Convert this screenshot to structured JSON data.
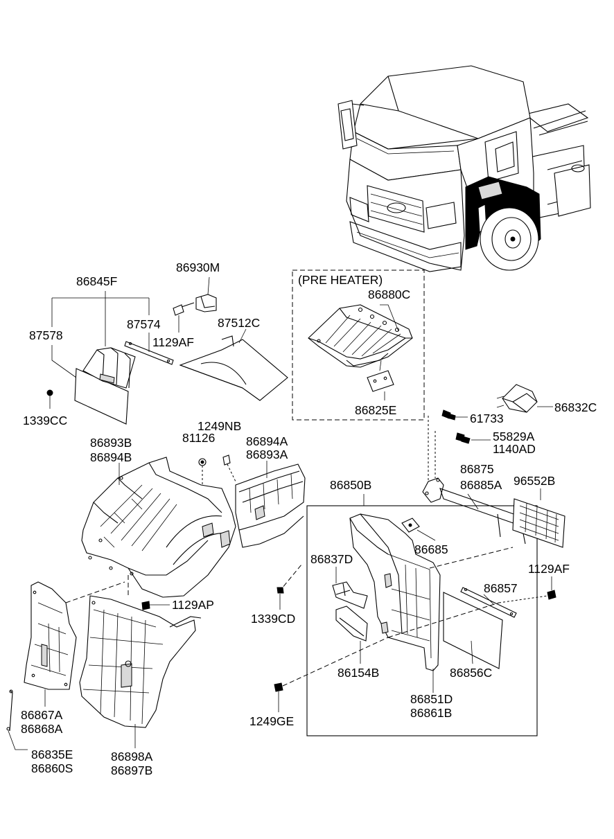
{
  "group_title": "(PRE HEATER)",
  "labels": {
    "p86845F": "86845F",
    "p86930M": "86930M",
    "p87578": "87578",
    "p87574": "87574",
    "p87512C": "87512C",
    "p1129AF_top": "1129AF",
    "p1339CC": "1339CC",
    "p86880C": "86880C",
    "p86825E": "86825E",
    "p86832C": "86832C",
    "p61733": "61733",
    "p55829A": "55829A",
    "p1140AD": "1140AD",
    "p1249NB": "1249NB",
    "p81126": "81126",
    "p86893B": "86893B",
    "p86894B": "86894B",
    "p86894A": "86894A",
    "p86893A": "86893A",
    "p86850B": "86850B",
    "p86875": "86875",
    "p86885A": "86885A",
    "p96552B": "96552B",
    "p86837D": "86837D",
    "p86685": "86685",
    "p1129AF_right": "1129AF",
    "p86857": "86857",
    "p1339CD": "1339CD",
    "p1129AP": "1129AP",
    "p86154B": "86154B",
    "p86856C": "86856C",
    "p86851D": "86851D",
    "p86861B": "86861B",
    "p1249GE": "1249GE",
    "p86867A": "86867A",
    "p86868A": "86868A",
    "p86835E": "86835E",
    "p86860S": "86860S",
    "p86898A": "86898A",
    "p86897B": "86897B"
  }
}
